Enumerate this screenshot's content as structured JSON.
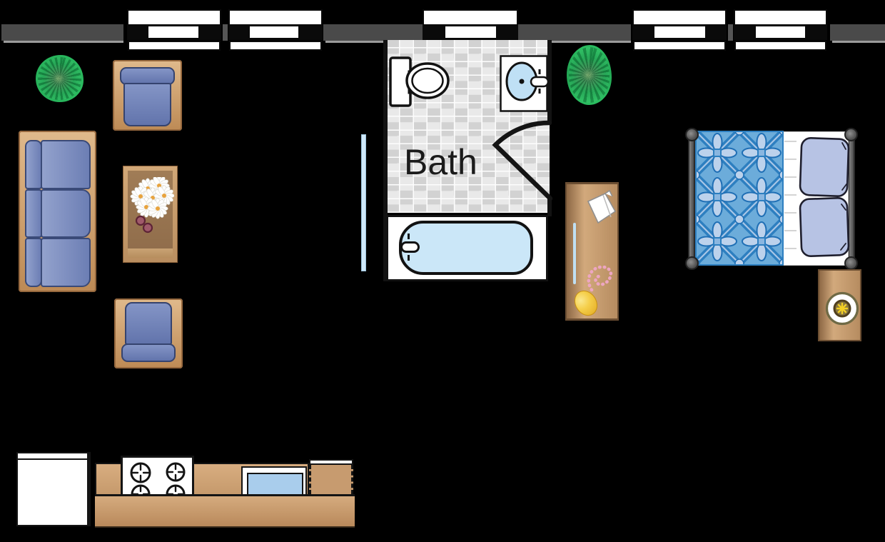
{
  "floorplan": {
    "rooms": {
      "bath": {
        "label": "Bath"
      }
    },
    "palette": {
      "background": "#000000",
      "wall_gray": "#4a4a4a",
      "tile_dark": "#d2d2d2",
      "tile_light": "#e9e9e9",
      "tub_water_blue": "#cbe7f8",
      "sink_water_blue": "#a9cdec",
      "cushion_blue": "#7486ba",
      "quilt_blue": "#2d7fc0",
      "pillow_blue": "#b7c3e4",
      "wood_tan": "#c49a6e",
      "plant_green": "#2bbd60",
      "egg_yellow": "#f5cf4b",
      "necklace_pink": "#f0abc8"
    },
    "fixtures": [
      "window",
      "wall",
      "potted-plant",
      "armchair",
      "sofa",
      "coffee-table",
      "daisy-flowers",
      "berries",
      "toilet",
      "bathroom-sink",
      "bathtub",
      "door-swing",
      "mirror",
      "vanity-table",
      "folded-paper",
      "pen",
      "necklace",
      "soap",
      "bed",
      "quilt",
      "pillows",
      "nightstand",
      "lamp",
      "refrigerator",
      "stove",
      "kitchen-sink",
      "dishwasher",
      "kitchen-counter"
    ]
  }
}
